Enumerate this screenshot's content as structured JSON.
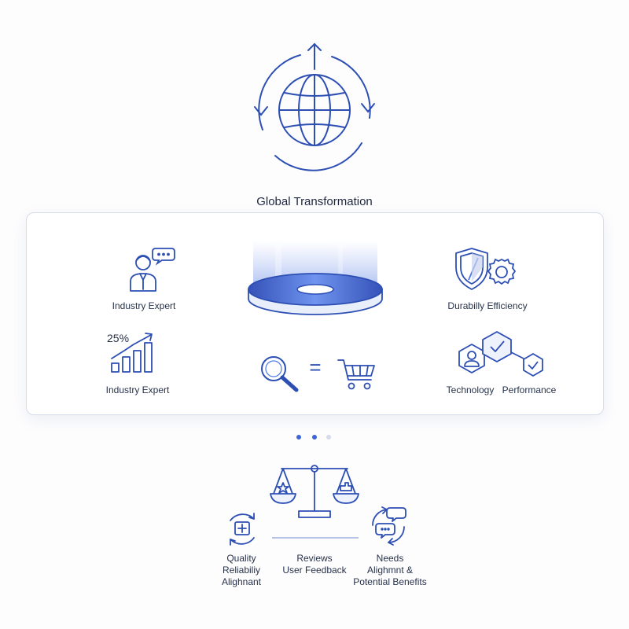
{
  "title": "Global Transformation",
  "colors": {
    "primary": "#2d4fb4",
    "accent": "#4c78e6",
    "light": "#c9d3ee",
    "text": "#27324a"
  },
  "card": {
    "left_top_label": "Industry Expert",
    "left_bottom_label": "Industry Expert",
    "left_bottom_stat": "25%",
    "right_top_label": "Durabilly Efficiency",
    "right_bottom_label_a": "Technology",
    "right_bottom_label_b": "Performance",
    "equation_symbol": "="
  },
  "pagination": {
    "count": 3,
    "active": [
      0,
      1
    ]
  },
  "bottom": {
    "left_lines": [
      "Quality",
      "Reliabiliy",
      "Alighnant"
    ],
    "center_lines": [
      "Reviews",
      "User Feedback"
    ],
    "right_lines": [
      "Needs",
      "Alighmnt &",
      "Potential Benefits"
    ]
  },
  "icons": [
    "globe-icon",
    "refresh-arrows-icon",
    "expert-avatar-icon",
    "chat-bubble-icon",
    "growth-chart-icon",
    "disc-platform-icon",
    "search-icon",
    "shopping-cart-icon",
    "shield-icon",
    "gear-icon",
    "hexagon-user-icon",
    "hexagon-check-icon",
    "scale-balance-icon",
    "cycle-plus-icon",
    "cycle-chat-icon"
  ]
}
